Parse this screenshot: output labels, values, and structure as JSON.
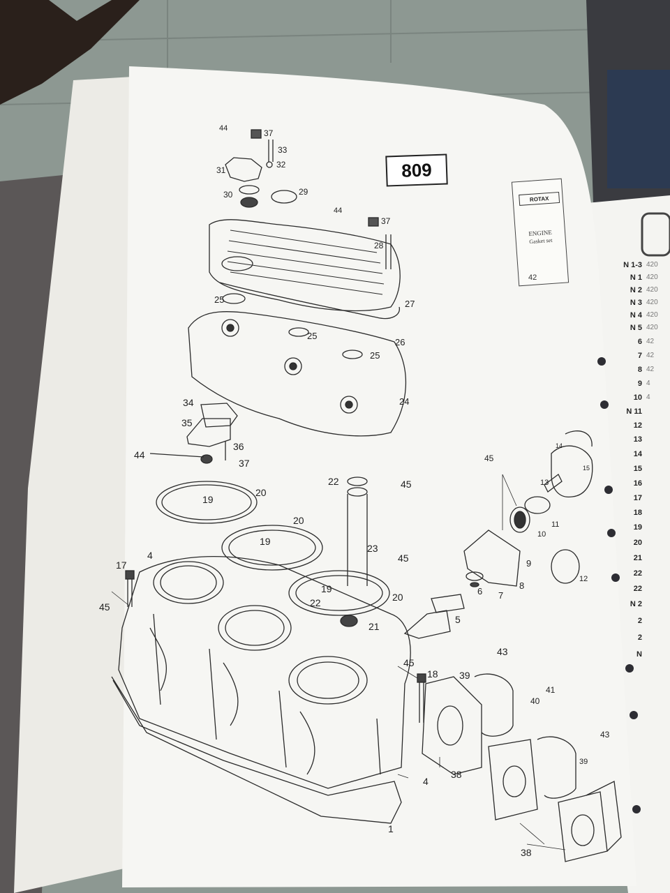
{
  "page_number": "809",
  "booklet": {
    "logo": "ROTAX",
    "title": "ENGINE",
    "subtitle": "Gasket set",
    "ref": "42"
  },
  "callouts": [
    {
      "id": "c44a",
      "text": "44"
    },
    {
      "id": "c37a",
      "text": "37"
    },
    {
      "id": "c33",
      "text": "33"
    },
    {
      "id": "c32",
      "text": "32"
    },
    {
      "id": "c31",
      "text": "31"
    },
    {
      "id": "c30",
      "text": "30"
    },
    {
      "id": "c29",
      "text": "29"
    },
    {
      "id": "c44b",
      "text": "44"
    },
    {
      "id": "c37b",
      "text": "37"
    },
    {
      "id": "c28",
      "text": "28"
    },
    {
      "id": "c25a",
      "text": "25"
    },
    {
      "id": "c27",
      "text": "27"
    },
    {
      "id": "c25b",
      "text": "25"
    },
    {
      "id": "c26",
      "text": "26"
    },
    {
      "id": "c25c",
      "text": "25"
    },
    {
      "id": "c24",
      "text": "24"
    },
    {
      "id": "c34",
      "text": "34"
    },
    {
      "id": "c35",
      "text": "35"
    },
    {
      "id": "c36",
      "text": "36"
    },
    {
      "id": "c44c",
      "text": "44"
    },
    {
      "id": "c37c",
      "text": "37"
    },
    {
      "id": "c22a",
      "text": "22"
    },
    {
      "id": "c45a",
      "text": "45"
    },
    {
      "id": "c20a",
      "text": "20"
    },
    {
      "id": "c19a",
      "text": "19"
    },
    {
      "id": "c20b",
      "text": "20"
    },
    {
      "id": "c19b",
      "text": "19"
    },
    {
      "id": "c23",
      "text": "23"
    },
    {
      "id": "c45b",
      "text": "45"
    },
    {
      "id": "c19c",
      "text": "19"
    },
    {
      "id": "c22b",
      "text": "22"
    },
    {
      "id": "c20c",
      "text": "20"
    },
    {
      "id": "c21",
      "text": "21"
    },
    {
      "id": "c17",
      "text": "17"
    },
    {
      "id": "c4a",
      "text": "4"
    },
    {
      "id": "c45c",
      "text": "45"
    },
    {
      "id": "c45d",
      "text": "45"
    },
    {
      "id": "c14",
      "text": "14"
    },
    {
      "id": "c15",
      "text": "15"
    },
    {
      "id": "c13",
      "text": "13"
    },
    {
      "id": "c11",
      "text": "11"
    },
    {
      "id": "c10",
      "text": "10"
    },
    {
      "id": "c9",
      "text": "9"
    },
    {
      "id": "c8",
      "text": "8"
    },
    {
      "id": "c7",
      "text": "7"
    },
    {
      "id": "c6",
      "text": "6"
    },
    {
      "id": "c5",
      "text": "5"
    },
    {
      "id": "c12",
      "text": "12"
    },
    {
      "id": "c45e",
      "text": "45"
    },
    {
      "id": "c18",
      "text": "18"
    },
    {
      "id": "c39a",
      "text": "39"
    },
    {
      "id": "c43a",
      "text": "43"
    },
    {
      "id": "c41",
      "text": "41"
    },
    {
      "id": "c40",
      "text": "40"
    },
    {
      "id": "c43b",
      "text": "43"
    },
    {
      "id": "c39b",
      "text": "39"
    },
    {
      "id": "c38a",
      "text": "38"
    },
    {
      "id": "c4b",
      "text": "4"
    },
    {
      "id": "c1",
      "text": "1"
    },
    {
      "id": "c38b",
      "text": "38"
    }
  ],
  "side_list": [
    {
      "ref": "N 1-3",
      "val": "420"
    },
    {
      "ref": "N 1",
      "val": "420"
    },
    {
      "ref": "N 2",
      "val": "420"
    },
    {
      "ref": "N 3",
      "val": "420"
    },
    {
      "ref": "N 4",
      "val": "420"
    },
    {
      "ref": "N 5",
      "val": "420"
    },
    {
      "ref": "6",
      "val": "42"
    },
    {
      "ref": "7",
      "val": "42"
    },
    {
      "ref": "8",
      "val": "42"
    },
    {
      "ref": "9",
      "val": "4"
    },
    {
      "ref": "10",
      "val": "4"
    },
    {
      "ref": "N 11",
      "val": ""
    },
    {
      "ref": "12",
      "val": ""
    },
    {
      "ref": "13",
      "val": ""
    },
    {
      "ref": "14",
      "val": ""
    },
    {
      "ref": "15",
      "val": ""
    },
    {
      "ref": "16",
      "val": ""
    },
    {
      "ref": "17",
      "val": ""
    },
    {
      "ref": "18",
      "val": ""
    },
    {
      "ref": "19",
      "val": ""
    },
    {
      "ref": "20",
      "val": ""
    },
    {
      "ref": "21",
      "val": ""
    },
    {
      "ref": "22",
      "val": ""
    },
    {
      "ref": "22",
      "val": ""
    },
    {
      "ref": "N 2",
      "val": ""
    },
    {
      "ref": "2",
      "val": ""
    },
    {
      "ref": "2",
      "val": ""
    },
    {
      "ref": "N",
      "val": ""
    }
  ]
}
